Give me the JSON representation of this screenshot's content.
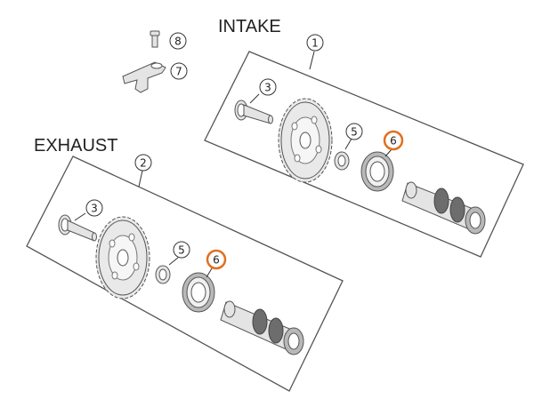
{
  "sections": {
    "intake": {
      "title": "INTAKE"
    },
    "exhaust": {
      "title": "EXHAUST"
    }
  },
  "callouts": {
    "c1": "1",
    "c2": "2",
    "c3_intake": "3",
    "c3_exhaust": "3",
    "c5_intake": "5",
    "c5_exhaust": "5",
    "c6_intake": "6",
    "c6_exhaust": "6",
    "c7": "7",
    "c8": "8"
  },
  "colors": {
    "highlight": "#e0701f",
    "line": "#555555"
  }
}
